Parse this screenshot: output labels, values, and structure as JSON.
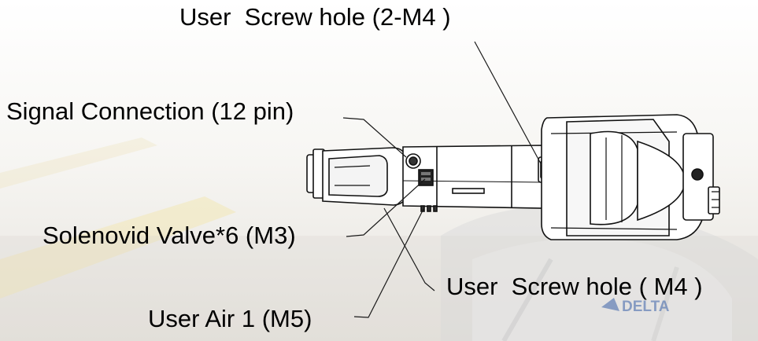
{
  "callouts": {
    "user_screw_hole_2m4": "User  Screw hole (2-M4 )",
    "signal_connection": "Signal Connection (12 pin)",
    "solenoid_valve": "Solenovid Valve*6 (M3)",
    "user_screw_hole_m4": "User  Screw hole ( M4 )",
    "user_air": "User Air 1 (M5)"
  },
  "watermark": {
    "brand": "DELTA"
  },
  "colors": {
    "label_text": "#000000",
    "leader_line": "#1a1a1a",
    "robot_outline": "#111111",
    "robot_fill": "#ffffff",
    "brand_blue": "#3a62a8"
  }
}
